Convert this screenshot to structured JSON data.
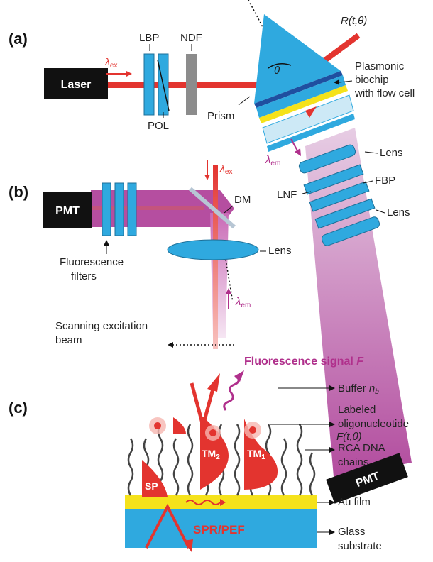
{
  "panels": {
    "a": "(a)",
    "b": "(b)",
    "c": "(c)"
  },
  "panel_a": {
    "laser": "Laser",
    "lambda_ex": "λ",
    "lambda_ex_sub": "ex",
    "lbp": "LBP",
    "ndf": "NDF",
    "pol": "POL",
    "prism": "Prism",
    "theta": "θ",
    "reflect_label": "R(t,θ)",
    "biochip_1": "Plasmonic",
    "biochip_2": "biochip",
    "biochip_3": "with flow cell",
    "lambda_em": "λ",
    "lambda_em_sub": "em",
    "lens_top": "Lens",
    "fbp": "FBP",
    "lnf": "LNF",
    "lens_bottom": "Lens",
    "fluor_label": "F(t,θ)",
    "pmt": "PMT"
  },
  "panel_b": {
    "pmt": "PMT",
    "lambda_ex": "λ",
    "lambda_ex_sub": "ex",
    "dm": "DM",
    "lens": "Lens",
    "filters_1": "Fluorescence",
    "filters_2": "filters",
    "lambda_em": "λ",
    "lambda_em_sub": "em",
    "scan_1": "Scanning excitation",
    "scan_2": "beam"
  },
  "panel_c": {
    "fluor_signal": "Fluorescence signal",
    "fluor_signal_sym": "F",
    "buffer": "Buffer",
    "buffer_sym": "n",
    "buffer_sub": "b",
    "labeled_1": "Labeled",
    "labeled_2": "oligonucleotide",
    "rca_1": "RCA DNA",
    "rca_2": "chains",
    "au": "Au film",
    "glass_1": "Glass",
    "glass_2": "substrate",
    "sp": "SP",
    "tm2": "TM",
    "tm2_sub": "2",
    "tm1": "TM",
    "tm1_sub": "1",
    "spr": "SPR/PEF"
  },
  "colors": {
    "laser_red": "#e3342f",
    "optic_blue": "#2fa9df",
    "fluor_magenta": "#b54ea0",
    "gold": "#f5e21b",
    "black_box": "#111111"
  }
}
